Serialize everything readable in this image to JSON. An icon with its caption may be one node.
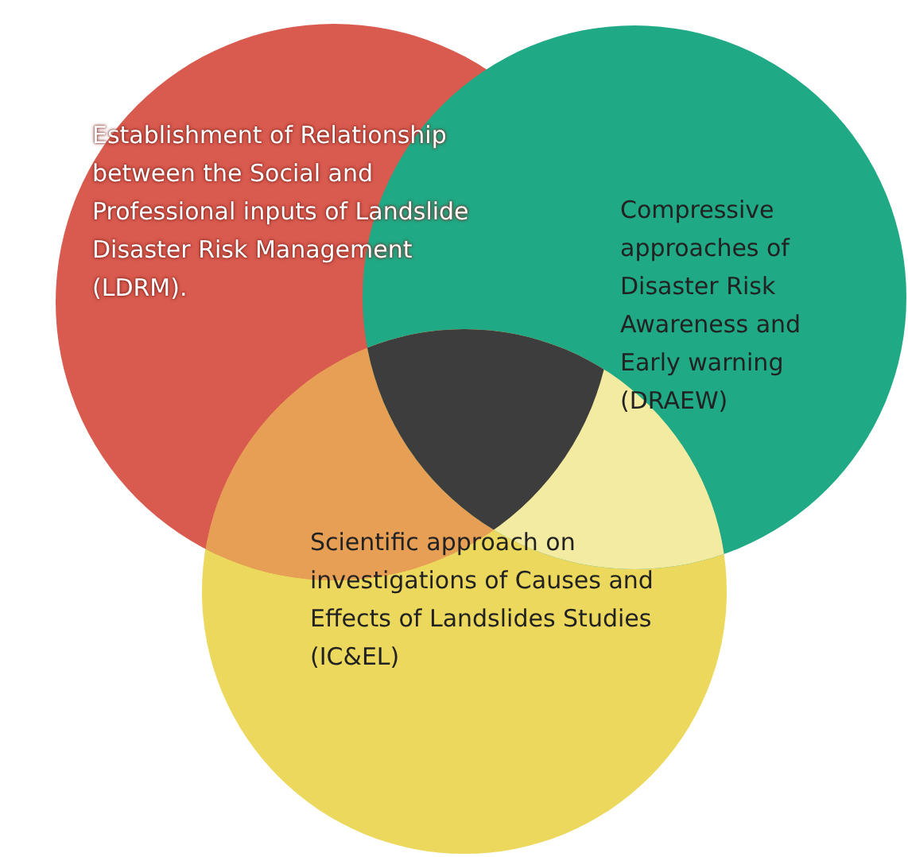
{
  "diagram": {
    "nodes": [
      {
        "text": [
          "Establishment of Relationship between the Social and Professional inputs of Landslide Disaster Risk Management (LDRM)."
        ]
      },
      {
        "text": [
          "Compressive approaches of Disaster Risk Awareness and Early warning (DRAEW)"
        ]
      },
      {
        "text": [
          "Scientific approach on investigations of Causes and Effects of Landslides Studies (IC&EL)"
        ]
      }
    ]
  }
}
